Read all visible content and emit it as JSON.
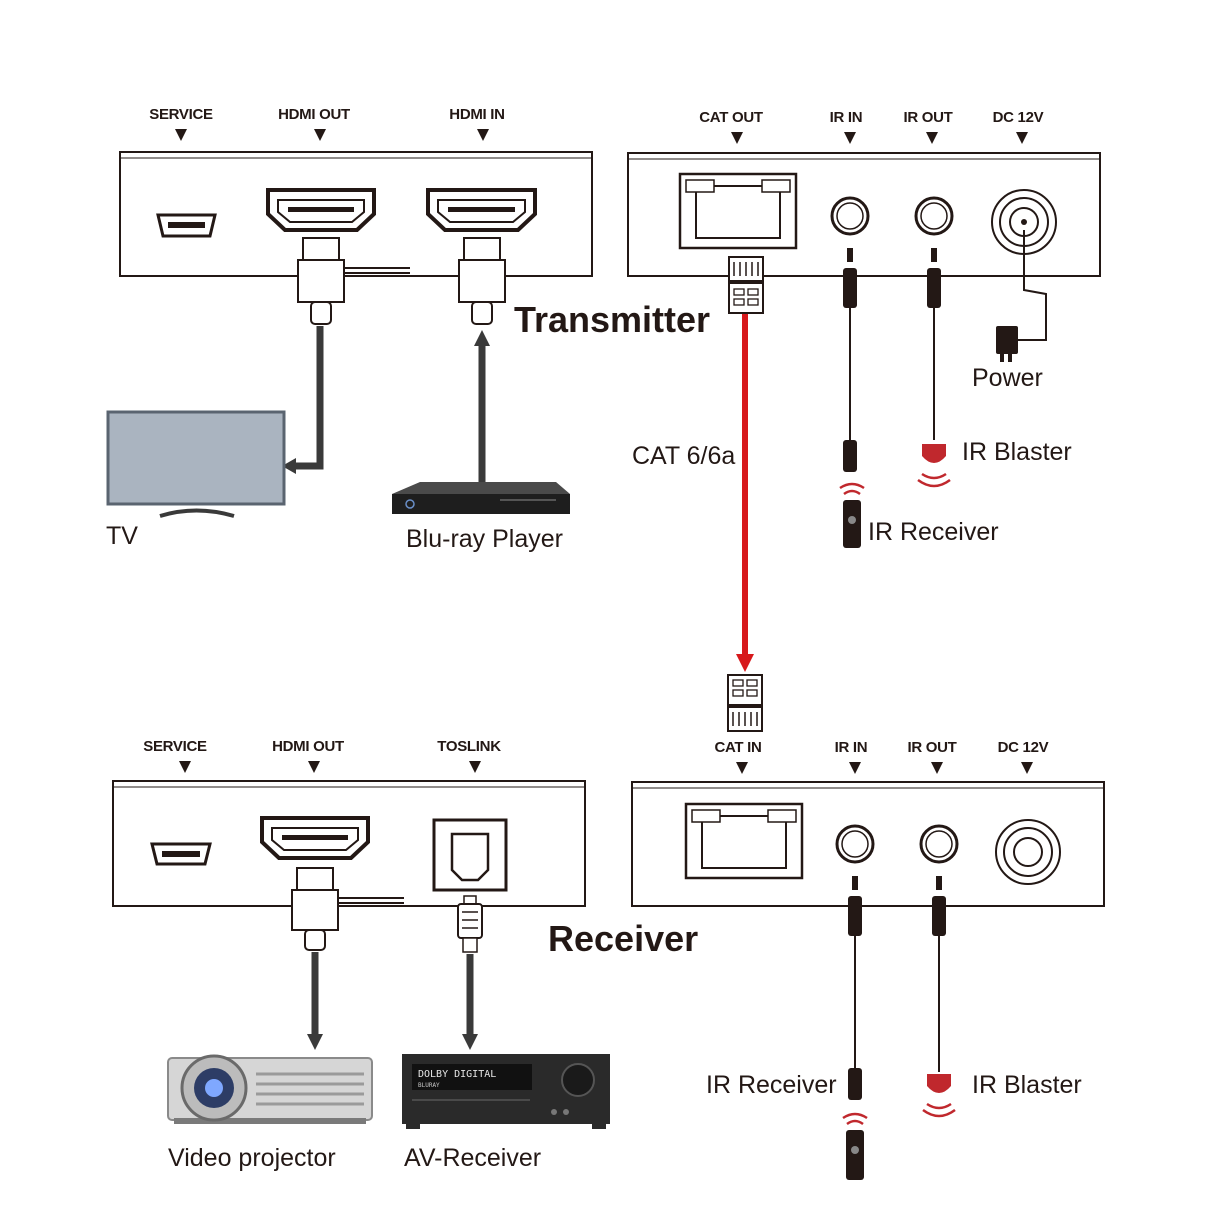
{
  "transmitter": {
    "title": "Transmitter",
    "left_ports": [
      "SERVICE",
      "HDMI OUT",
      "HDMI IN"
    ],
    "right_ports": [
      "CAT OUT",
      "IR IN",
      "IR OUT",
      "DC 12V"
    ]
  },
  "receiver": {
    "title": "Receiver",
    "left_ports": [
      "SERVICE",
      "HDMI OUT",
      "TOSLINK"
    ],
    "right_ports": [
      "CAT IN",
      "IR IN",
      "IR OUT",
      "DC 12V"
    ]
  },
  "cable_label": "CAT 6/6a",
  "devices": {
    "tv": "TV",
    "bluray": "Blu-ray Player",
    "power": "Power",
    "tx_ir_blaster": "IR Blaster",
    "tx_ir_receiver": "IR Receiver",
    "projector": "Video projector",
    "av_receiver": "AV-Receiver",
    "rx_ir_receiver": "IR Receiver",
    "rx_ir_blaster": "IR Blaster"
  },
  "av_display": {
    "line1": "DOLBY DIGITAL",
    "line2": "BLURAY"
  },
  "colors": {
    "cat_cable": "#d7191c",
    "ink": "#231815",
    "ir_red": "#c0282d",
    "tv_screen": "#aab4c0"
  }
}
